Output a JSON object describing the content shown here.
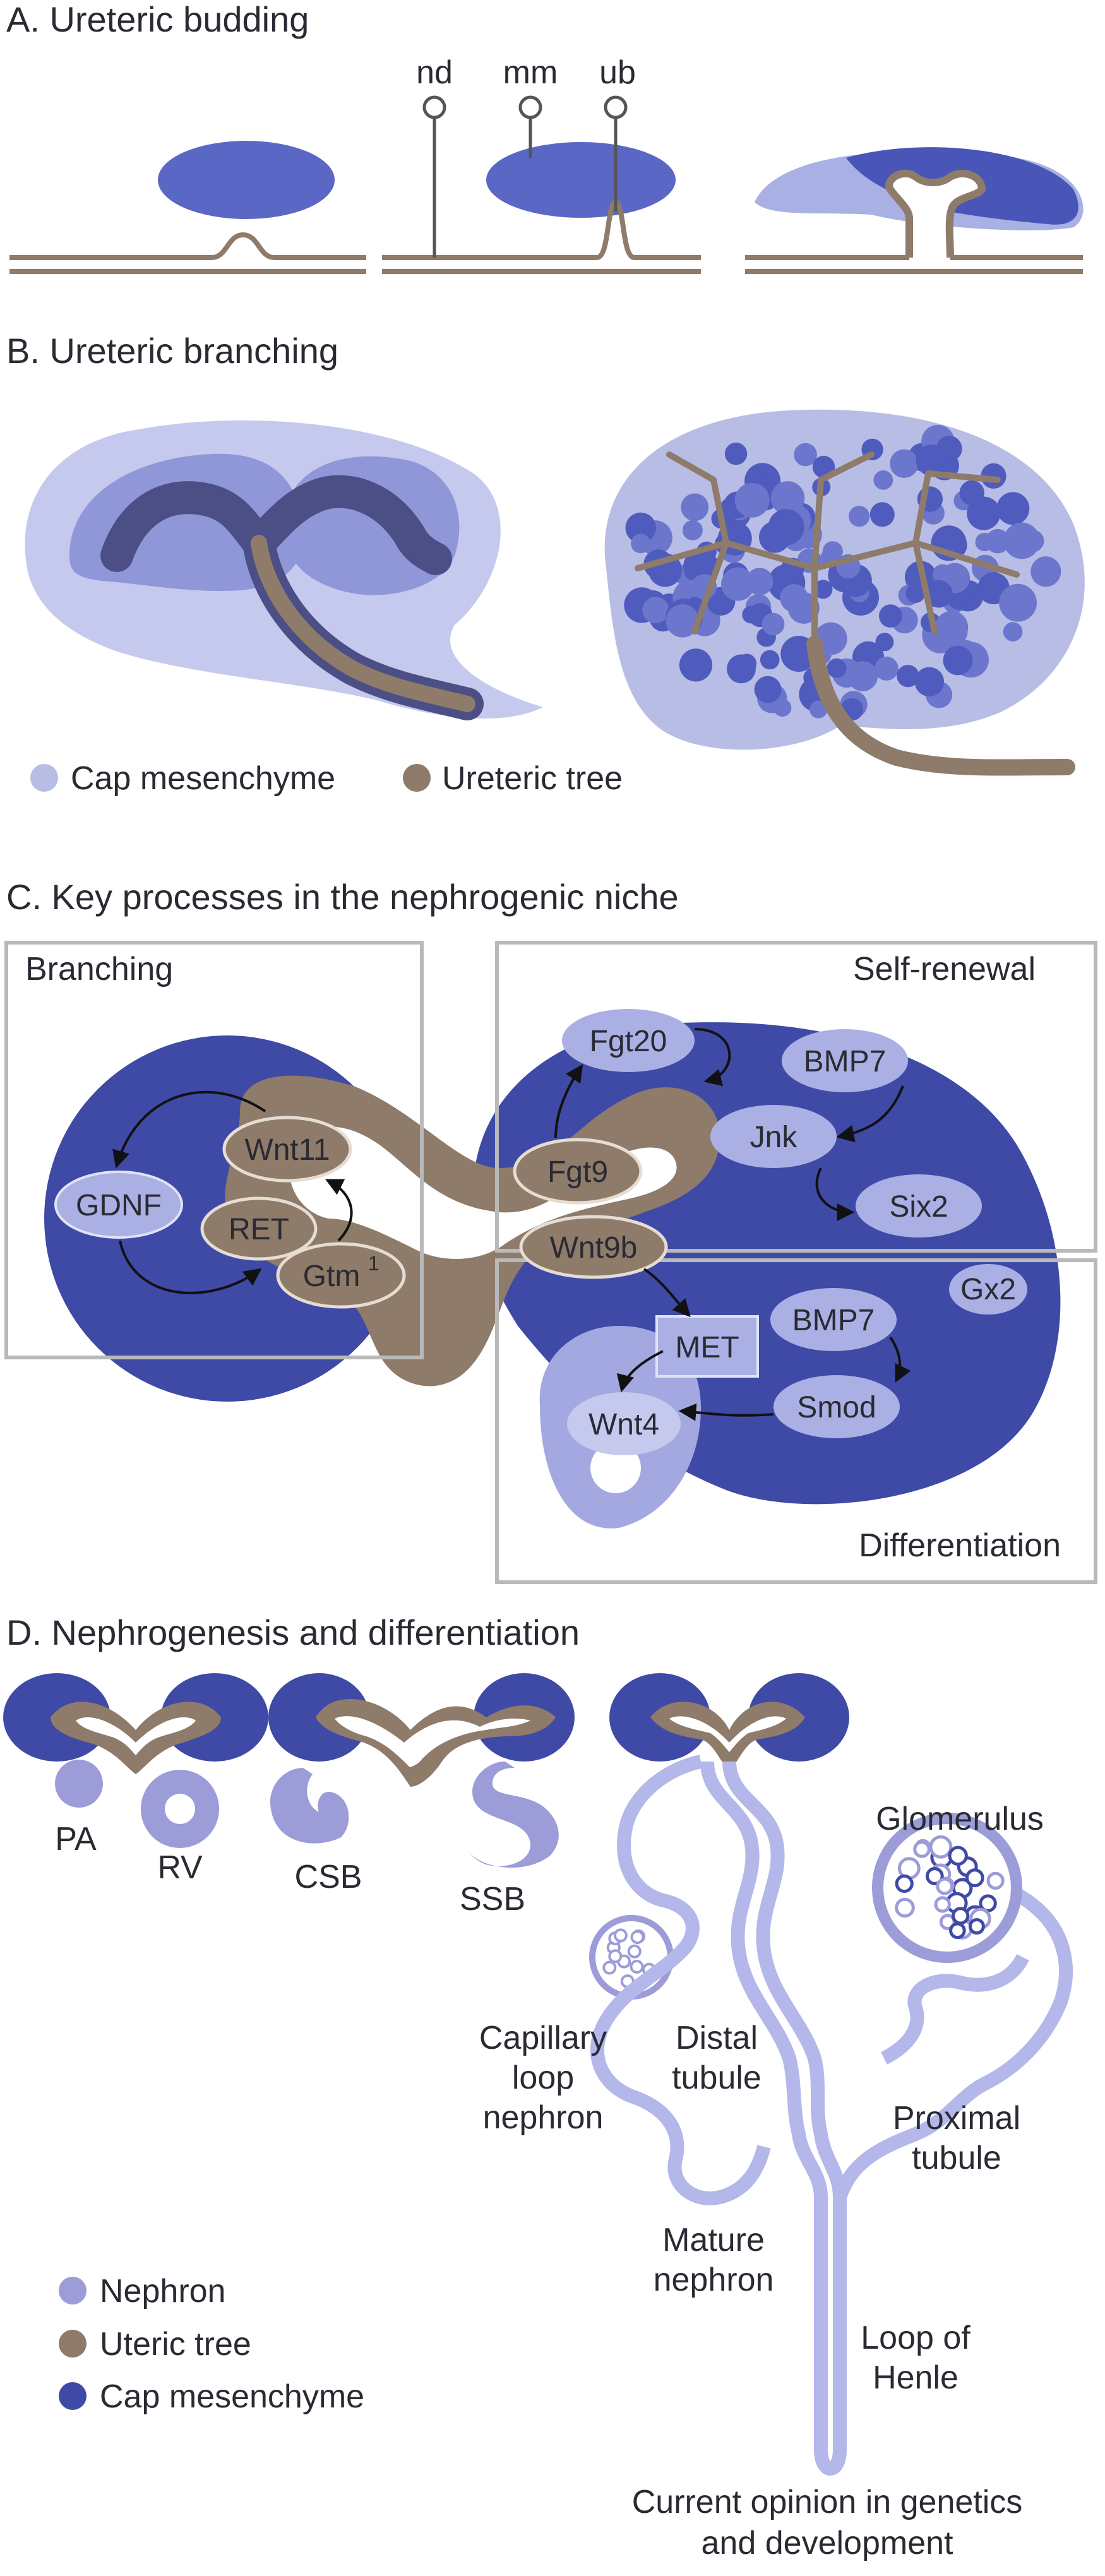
{
  "colors": {
    "nephron": "#9c9cd8",
    "ureteric_tree": "#8e7b6a",
    "cap_mesenchyme": "#3f4aa6",
    "cap_light": "#b8bde6",
    "gene_oval": "#aab0e4",
    "box_stroke": "#b9b9b9",
    "text": "#2a2a33"
  },
  "sections": {
    "a": {
      "title": "A. Ureteric budding",
      "labels": {
        "nd": "nd",
        "mm": "mm",
        "ub": "ub"
      }
    },
    "b": {
      "title": "B. Ureteric branching",
      "legend": [
        {
          "label": "Cap mesenchyme",
          "color_key": "cap_light"
        },
        {
          "label": "Ureteric tree",
          "color_key": "ureteric_tree"
        }
      ]
    },
    "c": {
      "title": "C. Key processes in the nephrogenic niche",
      "boxes": {
        "branching": "Branching",
        "self_renewal": "Self-renewal",
        "differentiation": "Differentiation"
      },
      "genes": {
        "gdnf": "GDNF",
        "wnt11": "Wnt11",
        "ret": "RET",
        "gtm": "Gtm",
        "gtm_sup": "1",
        "fgt20": "Fgt20",
        "bmp7_top": "BMP7",
        "jnk": "Jnk",
        "six2": "Six2",
        "fgt9": "Fgt9",
        "wnt9b": "Wnt9b",
        "met": "MET",
        "bmp7_bottom": "BMP7",
        "gx2": "Gx2",
        "smod": "Smod",
        "wnt4": "Wnt4"
      }
    },
    "d": {
      "title": "D. Nephrogenesis and differentiation",
      "labels": {
        "pa": "PA",
        "rv": "RV",
        "csb": "CSB",
        "ssb": "SSB",
        "capillary": [
          "Capillary",
          "loop",
          "nephron"
        ],
        "distal": [
          "Distal",
          "tubule"
        ],
        "glomerulus": "Glomerulus",
        "proximal": [
          "Proximal",
          "tubule"
        ],
        "mature": [
          "Mature",
          "nephron"
        ],
        "henle": [
          "Loop of",
          "Henle"
        ]
      },
      "legend": [
        {
          "label": "Nephron",
          "color_key": "nephron"
        },
        {
          "label": "Uteric tree",
          "color_key": "ureteric_tree"
        },
        {
          "label": "Cap mesenchyme",
          "color_key": "cap_mesenchyme"
        }
      ],
      "credit": [
        "Current opinion in genetics",
        "and development"
      ]
    }
  }
}
